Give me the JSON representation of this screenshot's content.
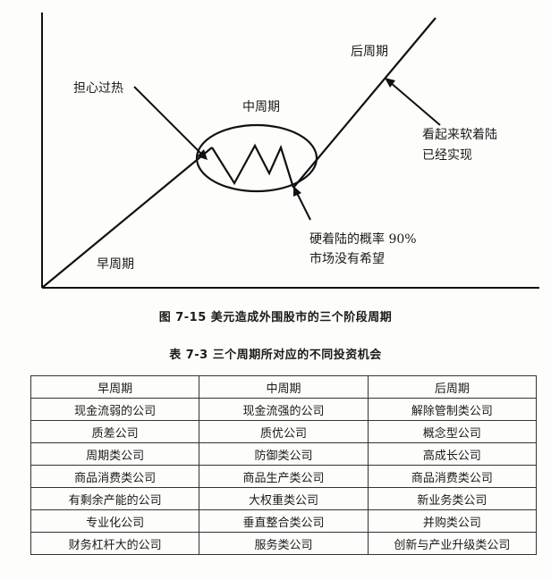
{
  "figure": {
    "labels": {
      "early": "早周期",
      "mid": "中周期",
      "late": "后周期",
      "overheat": "担心过热",
      "soft_landing_line1": "看起来软着陆",
      "soft_landing_line2": "已经实现",
      "hard_landing_line1": "硬着陆的概率 90%",
      "hard_landing_line2": "市场没有希望"
    },
    "caption": "图 7-15   美元造成外围股市的三个阶段周期"
  },
  "table": {
    "caption": "表 7-3   三个周期所对应的不同投资机会",
    "headers": [
      "早周期",
      "中周期",
      "后周期"
    ],
    "rows": [
      [
        "现金流弱的公司",
        "现金流强的公司",
        "解除管制类公司"
      ],
      [
        "质差公司",
        "质优公司",
        "概念型公司"
      ],
      [
        "周期类公司",
        "防御类公司",
        "高成长公司"
      ],
      [
        "商品消费类公司",
        "商品生产类公司",
        "商品消费类公司"
      ],
      [
        "有剩余产能的公司",
        "大权重类公司",
        "新业务类公司"
      ],
      [
        "专业化公司",
        "垂直整合类公司",
        "并购类公司"
      ],
      [
        "财务杠杆大的公司",
        "服务类公司",
        "创新与产业升级类公司"
      ]
    ]
  }
}
